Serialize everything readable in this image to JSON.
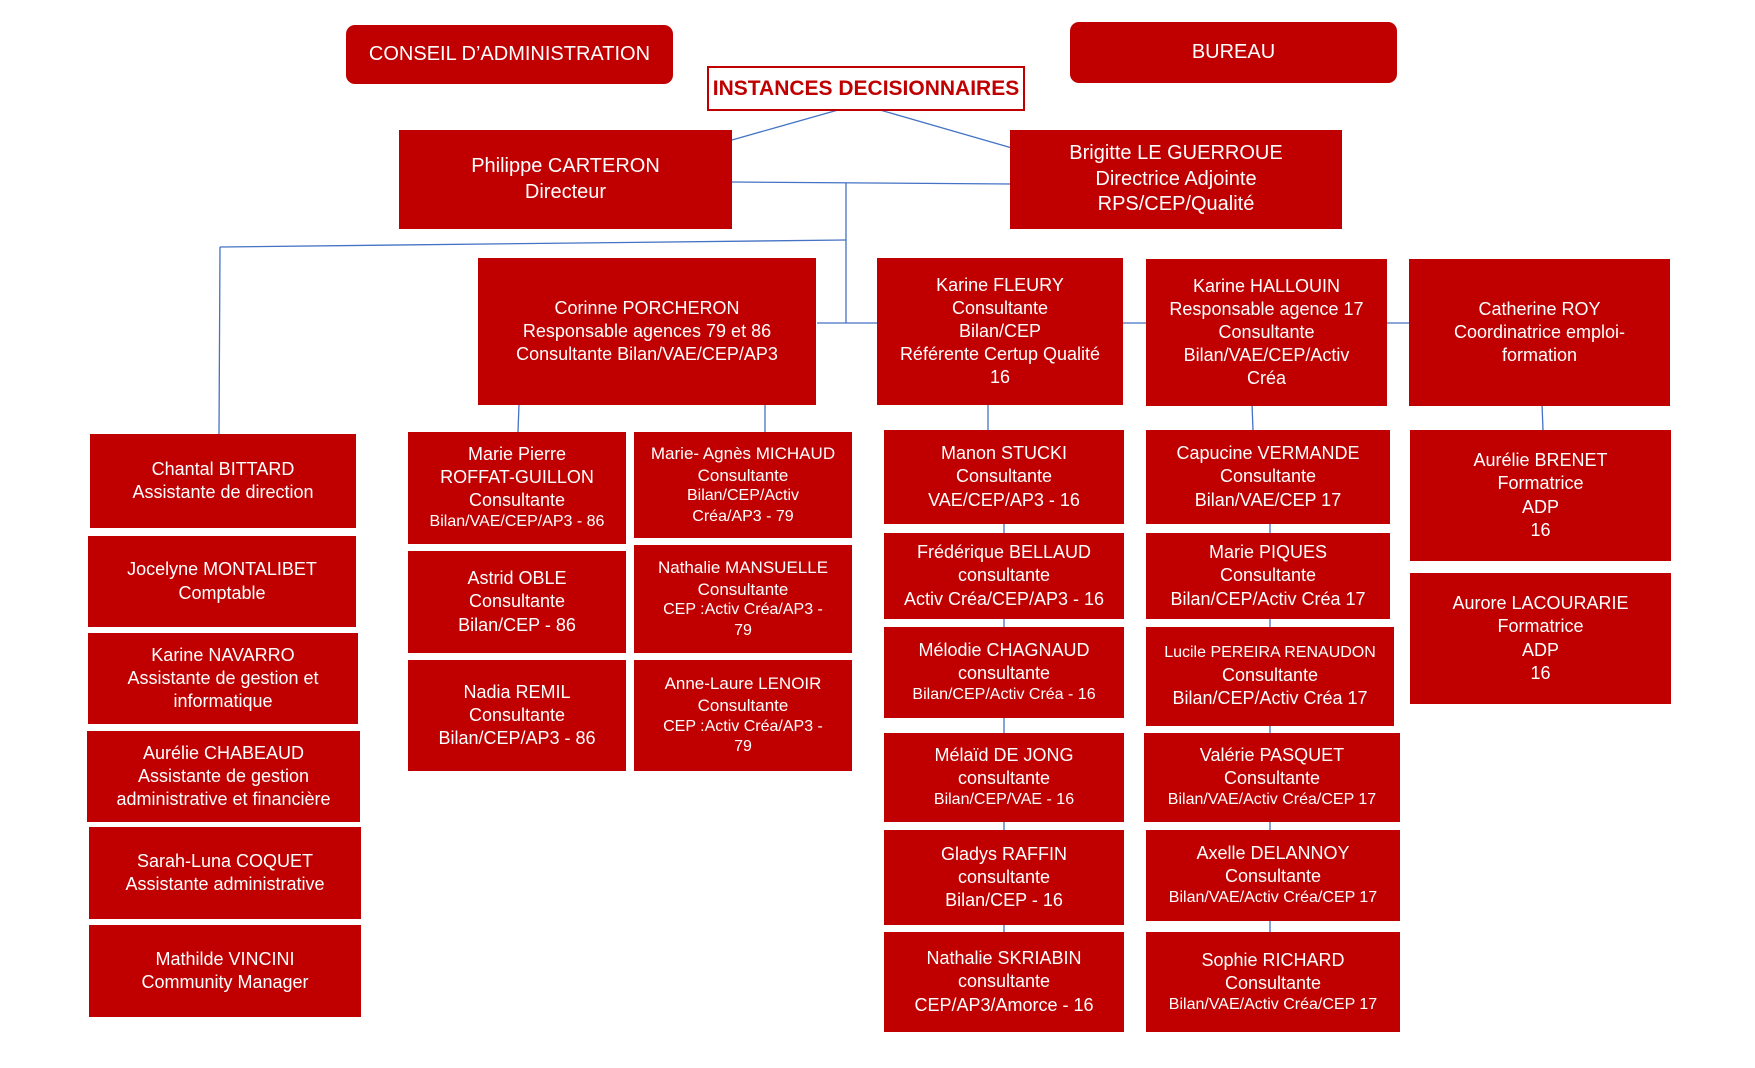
{
  "title": "INSTANCES DECISIONNAIRES",
  "colors": {
    "box_fill": "#c00000",
    "box_text": "#ffffff",
    "connector": "#4472c4",
    "title_border": "#c00000"
  },
  "governance": {
    "conseil": "CONSEIL D’ADMINISTRATION",
    "bureau": "BUREAU"
  },
  "direction": {
    "directeur": [
      "Philippe CARTERON",
      "Directeur"
    ],
    "adjointe": [
      "Brigitte LE GUERROUE",
      "Directrice Adjointe",
      "RPS/CEP/Qualité"
    ]
  },
  "managers": {
    "porcheron": [
      "Corinne PORCHERON",
      "Responsable agences 79 et 86",
      "Consultante Bilan/VAE/CEP/AP3"
    ],
    "fleury": [
      "Karine FLEURY",
      "Consultante",
      "Bilan/CEP",
      "Référente Certup Qualité",
      "16"
    ],
    "hallouin": [
      "Karine HALLOUIN",
      "Responsable agence 17",
      "Consultante",
      "Bilan/VAE/CEP/Activ",
      "Créa"
    ],
    "roy": [
      "Catherine ROY",
      "Coordinatrice emploi-",
      "formation"
    ]
  },
  "admin_staff": [
    [
      "Chantal BITTARD",
      "Assistante de direction"
    ],
    [
      "Jocelyne MONTALIBET",
      "Comptable"
    ],
    [
      "Karine NAVARRO",
      "Assistante de gestion et",
      "informatique"
    ],
    [
      "Aurélie CHABEAUD",
      "Assistante de gestion",
      "administrative et financière"
    ],
    [
      "Sarah-Luna COQUET",
      "Assistante administrative"
    ],
    [
      "Mathilde VINCINI",
      "Community Manager"
    ]
  ],
  "team_86": [
    [
      "Marie Pierre",
      "ROFFAT-GUILLON",
      "Consultante",
      "Bilan/VAE/CEP/AP3 - 86"
    ],
    [
      "Astrid OBLE",
      "Consultante",
      "Bilan/CEP - 86"
    ],
    [
      "Nadia REMIL",
      "Consultante",
      "Bilan/CEP/AP3 - 86"
    ]
  ],
  "team_79": [
    [
      "Marie- Agnès MICHAUD",
      "Consultante",
      "Bilan/CEP/Activ",
      "Créa/AP3 - 79"
    ],
    [
      "Nathalie MANSUELLE",
      "Consultante",
      "CEP :Activ Créa/AP3 -",
      "79"
    ],
    [
      "Anne-Laure LENOIR",
      "Consultante",
      "CEP :Activ Créa/AP3 -",
      "79"
    ]
  ],
  "team_16": [
    [
      "Manon STUCKI",
      "Consultante",
      "VAE/CEP/AP3 - 16"
    ],
    [
      "Frédérique BELLAUD",
      "consultante",
      "Activ Créa/CEP/AP3 - 16"
    ],
    [
      "Mélodie CHAGNAUD",
      "consultante",
      "Bilan/CEP/Activ Créa - 16"
    ],
    [
      "Mélaïd DE JONG",
      "consultante",
      "Bilan/CEP/VAE - 16"
    ],
    [
      "Gladys RAFFIN",
      "consultante",
      "Bilan/CEP - 16"
    ],
    [
      "Nathalie SKRIABIN",
      "consultante",
      "CEP/AP3/Amorce - 16"
    ]
  ],
  "team_17": [
    [
      "Capucine VERMANDE",
      "Consultante",
      "Bilan/VAE/CEP 17"
    ],
    [
      "Marie PIQUES",
      "Consultante",
      "Bilan/CEP/Activ Créa 17"
    ],
    [
      "Lucile PEREIRA RENAUDON",
      "Consultante",
      "Bilan/CEP/Activ Créa 17"
    ],
    [
      "Valérie PASQUET",
      "Consultante",
      "Bilan/VAE/Activ Créa/CEP 17"
    ],
    [
      "Axelle DELANNOY",
      "Consultante",
      "Bilan/VAE/Activ Créa/CEP 17"
    ],
    [
      "Sophie RICHARD",
      "Consultante",
      "Bilan/VAE/Activ Créa/CEP 17"
    ]
  ],
  "team_formation": [
    [
      "Aurélie BRENET",
      "Formatrice",
      "ADP",
      "16"
    ],
    [
      "Aurore LACOURARIE",
      "Formatrice",
      "ADP",
      "16"
    ]
  ]
}
